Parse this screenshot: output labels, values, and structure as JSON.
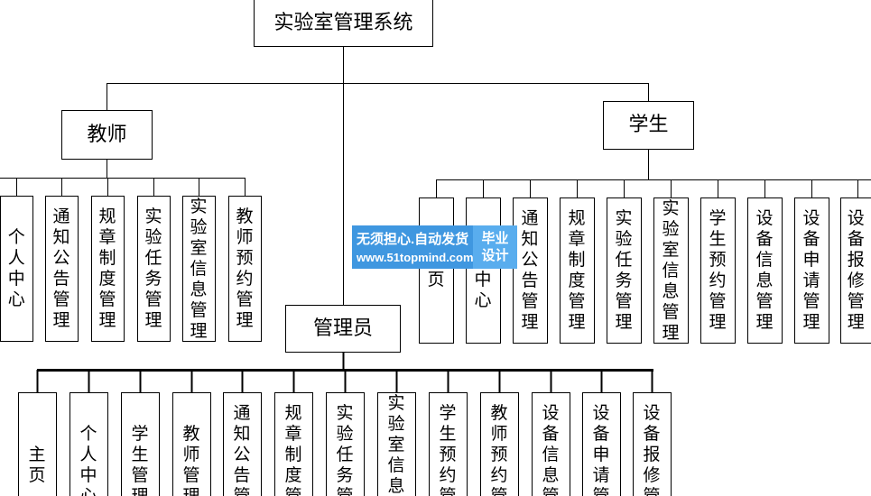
{
  "root": {
    "label": "实验室管理系统"
  },
  "teacher": {
    "label": "教师",
    "children": [
      "个人中心",
      "通知公告管理",
      "规章制度管理",
      "实验任务管理",
      "实验室信息管理",
      "教师预约管理"
    ]
  },
  "student": {
    "label": "学生",
    "children": [
      "页",
      "中心",
      "通知公告管理",
      "规章制度管理",
      "实验任务管理",
      "实验室信息管理",
      "学生预约管理",
      "设备信息管理",
      "设备申请管理",
      "设备报修管理"
    ]
  },
  "admin": {
    "label": "管理员",
    "children": [
      "主页",
      "个人中心",
      "学生管理",
      "教师管理",
      "通知公告管",
      "规章制度管",
      "实验任务管",
      "实验室信息",
      "学生预约管",
      "教师预约管",
      "设备信息管",
      "设备申请管",
      "设备报修管"
    ]
  },
  "watermark": {
    "slogan": "无须担心.自动发货",
    "url": "www.51topmind.com",
    "tag_line1": "毕业",
    "tag_line2": "设计"
  },
  "colors": {
    "line": "#000000",
    "text": "#000000",
    "watermark_main": "#3f97e0",
    "watermark_tag": "#59adee",
    "watermark_text": "#ffffff"
  }
}
